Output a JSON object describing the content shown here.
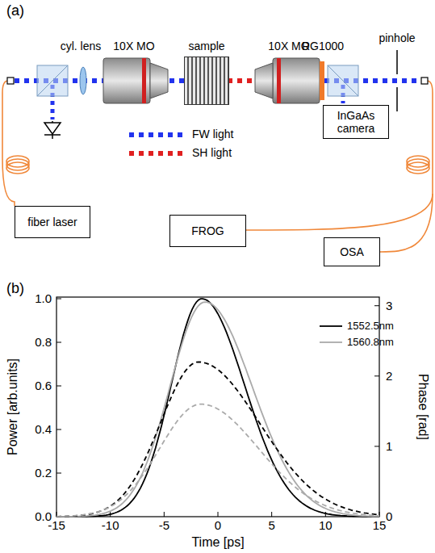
{
  "diagram": {
    "nodes": [
      {
        "text": [
          "sample"
        ]
      },
      {
        "text": [
          "InGaAs camera"
        ]
      },
      {
        "text": [
          "fiber laser"
        ]
      },
      {
        "text": [
          "FROG"
        ]
      },
      {
        "text": [
          "OSA"
        ]
      }
    ],
    "labels": [
      "(a)",
      "cyl. lens",
      "10X MO",
      "10X MO",
      "RG1000",
      "pinhole",
      "(b)",
      "Power [arb.units]",
      "Phase [rad]",
      "Time [ps]",
      "0.0",
      "0.2",
      "0.4",
      "0.6",
      "0.8",
      "1.0",
      "0",
      "1",
      "2",
      "3",
      "-15",
      "-10",
      "-5",
      "0",
      "5",
      "10",
      "15"
    ],
    "legend": [
      {
        "text": "FW light",
        "color": "#2233ee"
      },
      {
        "text": "SH light",
        "color": "#e02020"
      },
      {
        "text": "1552.5nm"
      },
      {
        "text": "1560.8nm"
      }
    ]
  }
}
